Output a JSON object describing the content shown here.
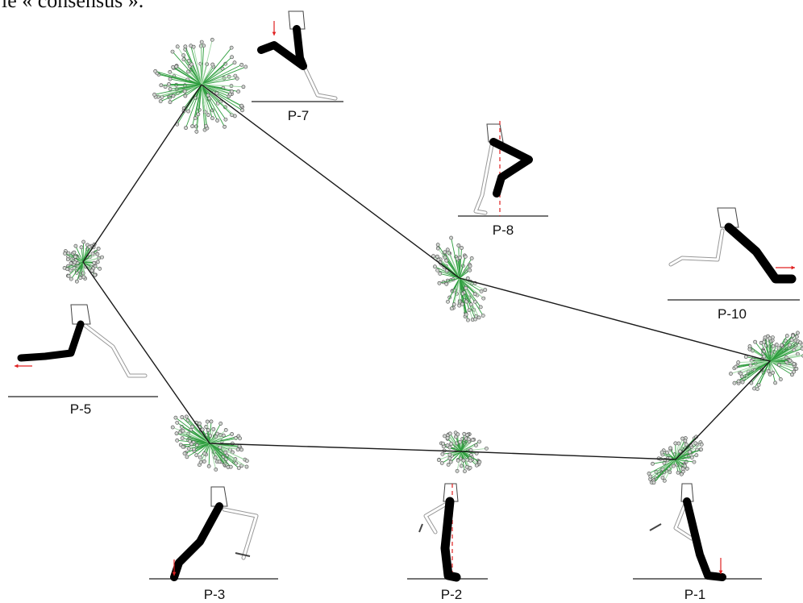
{
  "top_text": "le « consensus ».",
  "colors": {
    "path": "#1a1a1a",
    "ray": "#2f9e3f",
    "ray_light": "#9ed6a3",
    "marker_fill": "#d0d4d0",
    "marker_stroke": "#4a4a4a",
    "limb": "#000000",
    "outline": "#444444",
    "arrow": "#e02020",
    "ground": "#222222"
  },
  "postures": [
    {
      "id": "P-1",
      "label": "P-1",
      "icon": "leg-posture-icon"
    },
    {
      "id": "P-2",
      "label": "P-2",
      "icon": "leg-posture-icon"
    },
    {
      "id": "P-3",
      "label": "P-3",
      "icon": "leg-posture-icon"
    },
    {
      "id": "P-5",
      "label": "P-5",
      "icon": "leg-posture-icon"
    },
    {
      "id": "P-7",
      "label": "P-7",
      "icon": "leg-posture-icon"
    },
    {
      "id": "P-8",
      "label": "P-8",
      "icon": "leg-posture-icon"
    },
    {
      "id": "P-10",
      "label": "P-10",
      "icon": "leg-posture-icon"
    }
  ]
}
